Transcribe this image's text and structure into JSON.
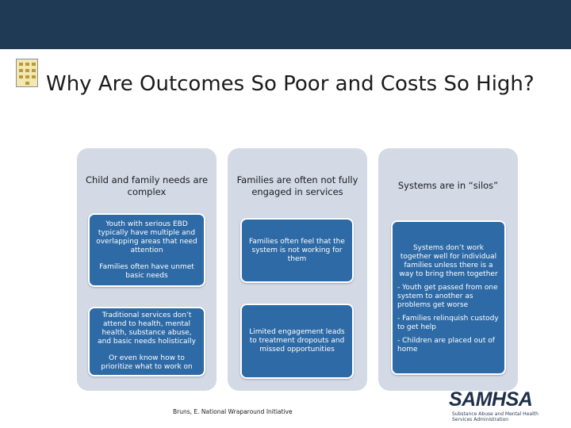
{
  "slide": {
    "title": "Why Are Outcomes So Poor and Costs So High?",
    "citation": "Bruns, E. National Wraparound Initiative"
  },
  "columns": [
    {
      "heading": "Child and family needs are complex",
      "cards": [
        {
          "lines": [
            "Youth with serious EBD typically have multiple and overlapping areas that need attention",
            "Families often have unmet basic needs"
          ]
        },
        {
          "lines": [
            "Traditional services don’t attend to health, mental health, substance abuse, and basic needs holistically",
            "Or even know how to prioritize what to work on"
          ]
        }
      ]
    },
    {
      "heading": "Families are often not fully engaged in services",
      "cards": [
        {
          "lines": [
            "Families often feel that the system is not working for them"
          ]
        },
        {
          "lines": [
            "Limited engagement leads to treatment dropouts and missed opportunities"
          ]
        }
      ]
    },
    {
      "heading": "Systems are in “silos”",
      "cards": [
        {
          "lines": [
            "Systems don’t work together well for individual families unless there is a way to bring them together",
            "- Youth get passed from one system to another as problems get worse",
            "- Families relinquish custody to get help",
            "- Children are placed out of home"
          ]
        }
      ]
    }
  ],
  "logo": {
    "name": "SAMHSA",
    "subtitle": "Substance Abuse and Mental Health Services Administration"
  },
  "colors": {
    "topbar": "#1f3a54",
    "column_bg": "#d3dae6",
    "card": "#2e6aa6"
  }
}
